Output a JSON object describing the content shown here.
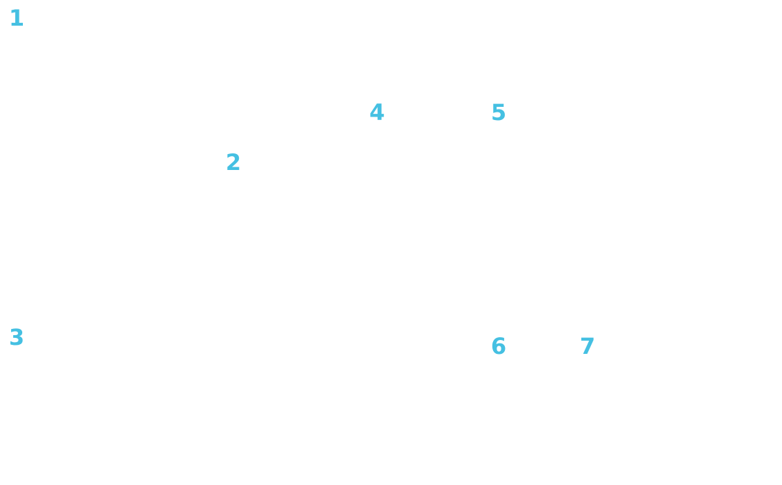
{
  "accent_color": "#45c0e2",
  "markers": [
    {
      "label": "1"
    },
    {
      "label": "2"
    },
    {
      "label": "3"
    },
    {
      "label": "4"
    },
    {
      "label": "5"
    },
    {
      "label": "6"
    },
    {
      "label": "7"
    }
  ]
}
